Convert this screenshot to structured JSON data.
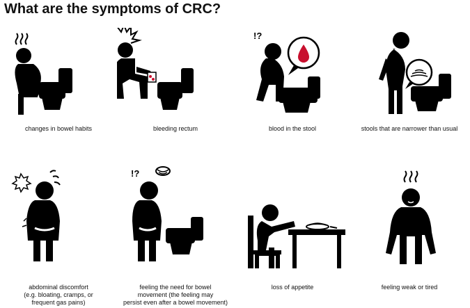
{
  "title": "What are the symptoms of CRC?",
  "symptoms": [
    {
      "icon": "person-on-toilet-steam-icon",
      "lines": [
        "changes in bowel habits"
      ]
    },
    {
      "icon": "person-bleeding-toilet-icon",
      "lines": [
        "bleeding rectum"
      ]
    },
    {
      "icon": "blood-in-stool-icon",
      "lines": [
        "blood in the stool"
      ]
    },
    {
      "icon": "narrow-stool-icon",
      "lines": [
        "stools that are narrower than usual"
      ]
    },
    {
      "icon": "abdominal-pain-icon",
      "lines": [
        "abdominal discomfort",
        "(e.g. bloating, cramps, or",
        "frequent gas pains)"
      ]
    },
    {
      "icon": "need-bowel-movement-icon",
      "lines": [
        "feeling the need for bowel",
        "movement (the feeling may",
        "persist even after a bowel movement)"
      ]
    },
    {
      "icon": "loss-of-appetite-icon",
      "lines": [
        "loss of appetite"
      ]
    },
    {
      "icon": "weak-tired-icon",
      "lines": [
        "feeling weak or tired"
      ]
    }
  ],
  "colors": {
    "ink": "#000000",
    "blood": "#c8102e",
    "background": "#ffffff"
  }
}
